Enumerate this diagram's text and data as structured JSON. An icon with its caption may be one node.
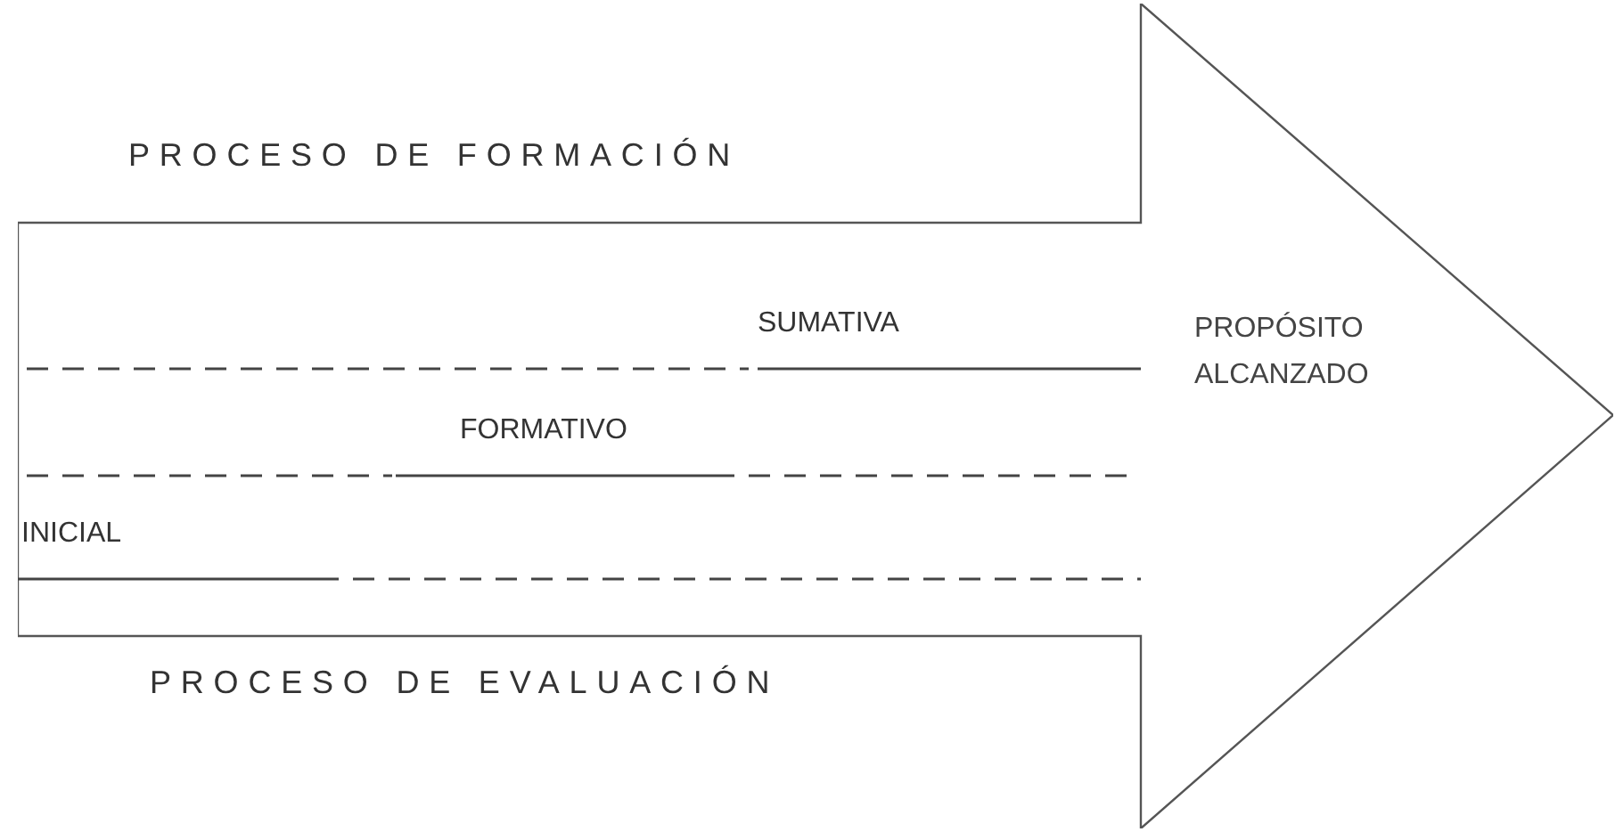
{
  "diagram": {
    "nodes": [
      {
        "text": [
          "PROPÓSITO ALCANZADO"
        ]
      }
    ],
    "labels": [
      "PROCESO DE FORMACIÓN",
      "SUMATIVA",
      "FORMATIVO",
      "INICIAL",
      "PROCESO DE EVALUACIÓN"
    ]
  }
}
